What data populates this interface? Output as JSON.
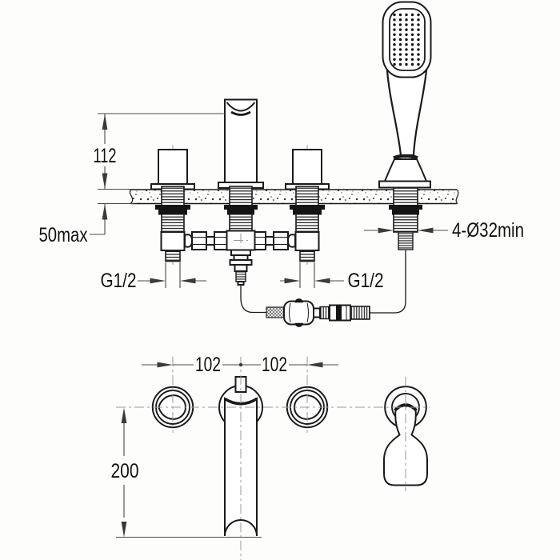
{
  "drawing": {
    "labels": {
      "d112": "112",
      "d50": "50max",
      "g12_left": "G1/2",
      "g12_right": "G1/2",
      "d432": "4-Ø32min",
      "d102_left": "102",
      "d102_right": "102",
      "d200": "200"
    },
    "colors": {
      "line": "#1a1a1a",
      "dimension": "#4a4a4a",
      "centerline": "#9a9a9a",
      "background": "#ffffff"
    }
  }
}
